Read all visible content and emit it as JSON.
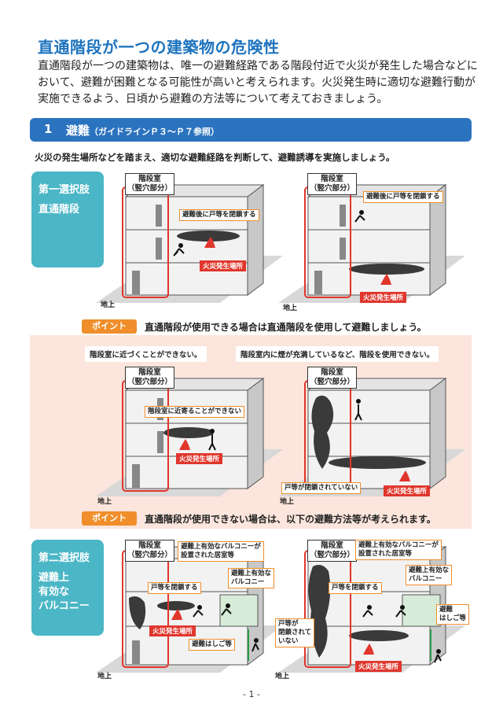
{
  "header": {
    "title": "直通階段が一つの建築物の危険性",
    "intro": "直通階段が一つの建築物は、唯一の避難経路である階段付近で火災が発生した場合などにおいて、避難が困難となる可能性が高いと考えられます。火災発生時に適切な避難行動が実施できるよう、日頃から避難の方法等について考えておきましょう。"
  },
  "section": {
    "number": "1",
    "title": "避難",
    "ref": "（ガイドラインＰ３～Ｐ７参照）",
    "lead": "火災の発生場所などを踏まえ、適切な避難経路を判断して、避難誘導を実施しましょう。"
  },
  "first_choice": {
    "label": "第一選択肢",
    "sub": "直通階段",
    "fig1": {
      "stair": [
        "階段室",
        "（竪穴部分）"
      ],
      "callout": "避難後に戸等を閉鎖する",
      "fire": "火災発生場所",
      "ground": "地上"
    },
    "fig2": {
      "stair": [
        "階段室",
        "（竪穴部分）"
      ],
      "callout": "避難後に戸等を閉鎖する",
      "fire": "火災発生場所",
      "ground": "地上"
    },
    "point_tag": "ポイント",
    "point_text": "直通階段が使用できる場合は直通階段を使用して避難しましょう。"
  },
  "cannot_use": {
    "caption_left": "階段室に近づくことができない。",
    "caption_right": "階段室内に煙が充満しているなど、階段を使用できない。",
    "fig3": {
      "stair": [
        "階段室",
        "（竪穴部分）"
      ],
      "callout": "階段室に近寄ることができない",
      "fire": "火災発生場所",
      "ground": "地上"
    },
    "fig4": {
      "stair": [
        "階段室",
        "（竪穴部分）"
      ],
      "callout": "戸等が閉鎖されていない",
      "fire": "火災発生場所",
      "ground": "地上"
    },
    "point_tag": "ポイント",
    "point_text": "直通階段が使用できない場合は、以下の避難方法等が考えられます。"
  },
  "second_choice": {
    "label": "第二選択肢",
    "sub": [
      "避難上",
      "有効な",
      "バルコニー"
    ],
    "fig5": {
      "stair": [
        "階段室",
        "（竪穴部分）"
      ],
      "callout_room": [
        "避難上有効なバルコニーが",
        "設置された居室等"
      ],
      "callout_balcony": [
        "避難上有効な",
        "バルコニー"
      ],
      "callout_door": "戸等を閉鎖する",
      "callout_ladder": "避難はしご等",
      "fire": "火災発生場所",
      "ground": "地上"
    },
    "fig6": {
      "stair": [
        "階段室",
        "（竪穴部分）"
      ],
      "callout_room": [
        "避難上有効なバルコニーが",
        "設置された居室等"
      ],
      "callout_balcony": [
        "避難上有効な",
        "バルコニー"
      ],
      "callout_door": "戸等を閉鎖する",
      "callout_notclosed": [
        "戸等が",
        "閉鎖されて",
        "いない"
      ],
      "callout_ladder": [
        "避難",
        "はしご等"
      ],
      "fire": "火災発生場所",
      "ground": "地上"
    }
  },
  "footer": {
    "page": "- 1 -"
  },
  "colors": {
    "blue": "#2b73bf",
    "teal": "#4bb6c6",
    "orange": "#ef8e2a",
    "red": "#e0362c",
    "pink": "#fbe5dc"
  }
}
